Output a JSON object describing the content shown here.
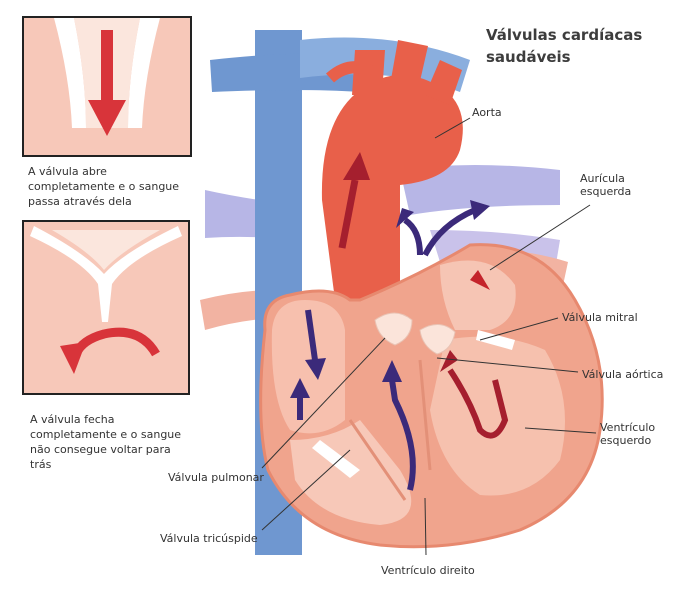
{
  "title_line1": "Válvulas cardíacas",
  "title_line2": "saudáveis",
  "inset_open": {
    "caption_line1": "A válvula abre",
    "caption_line2": "completamente e o sangue",
    "caption_line3": "passa através dela"
  },
  "inset_closed": {
    "caption_line1": "A válvula fecha",
    "caption_line2": "completamente e o sangue",
    "caption_line3": "não consegue voltar para",
    "caption_line4": "trás"
  },
  "labels": {
    "aorta": "Aorta",
    "left_atrium_1": "Aurícula",
    "left_atrium_2": "esquerda",
    "mitral_valve": "Válvula mitral",
    "aortic_valve": "Válvula aórtica",
    "left_ventricle_1": "Ventrículo",
    "left_ventricle_2": "esquerdo",
    "pulmonary_valve": "Válvula pulmonar",
    "tricuspid_valve": "Válvula tricúspide",
    "right_ventricle": "Ventrículo direito"
  },
  "colors": {
    "vein_blue": "#6f97d0",
    "lung_vessel": "#b7b6e6",
    "aorta_red": "#e8604a",
    "muscle_pink": "#f2a993",
    "arrow_purple": "#3b2a7a",
    "arrow_red": "#c4242b"
  }
}
